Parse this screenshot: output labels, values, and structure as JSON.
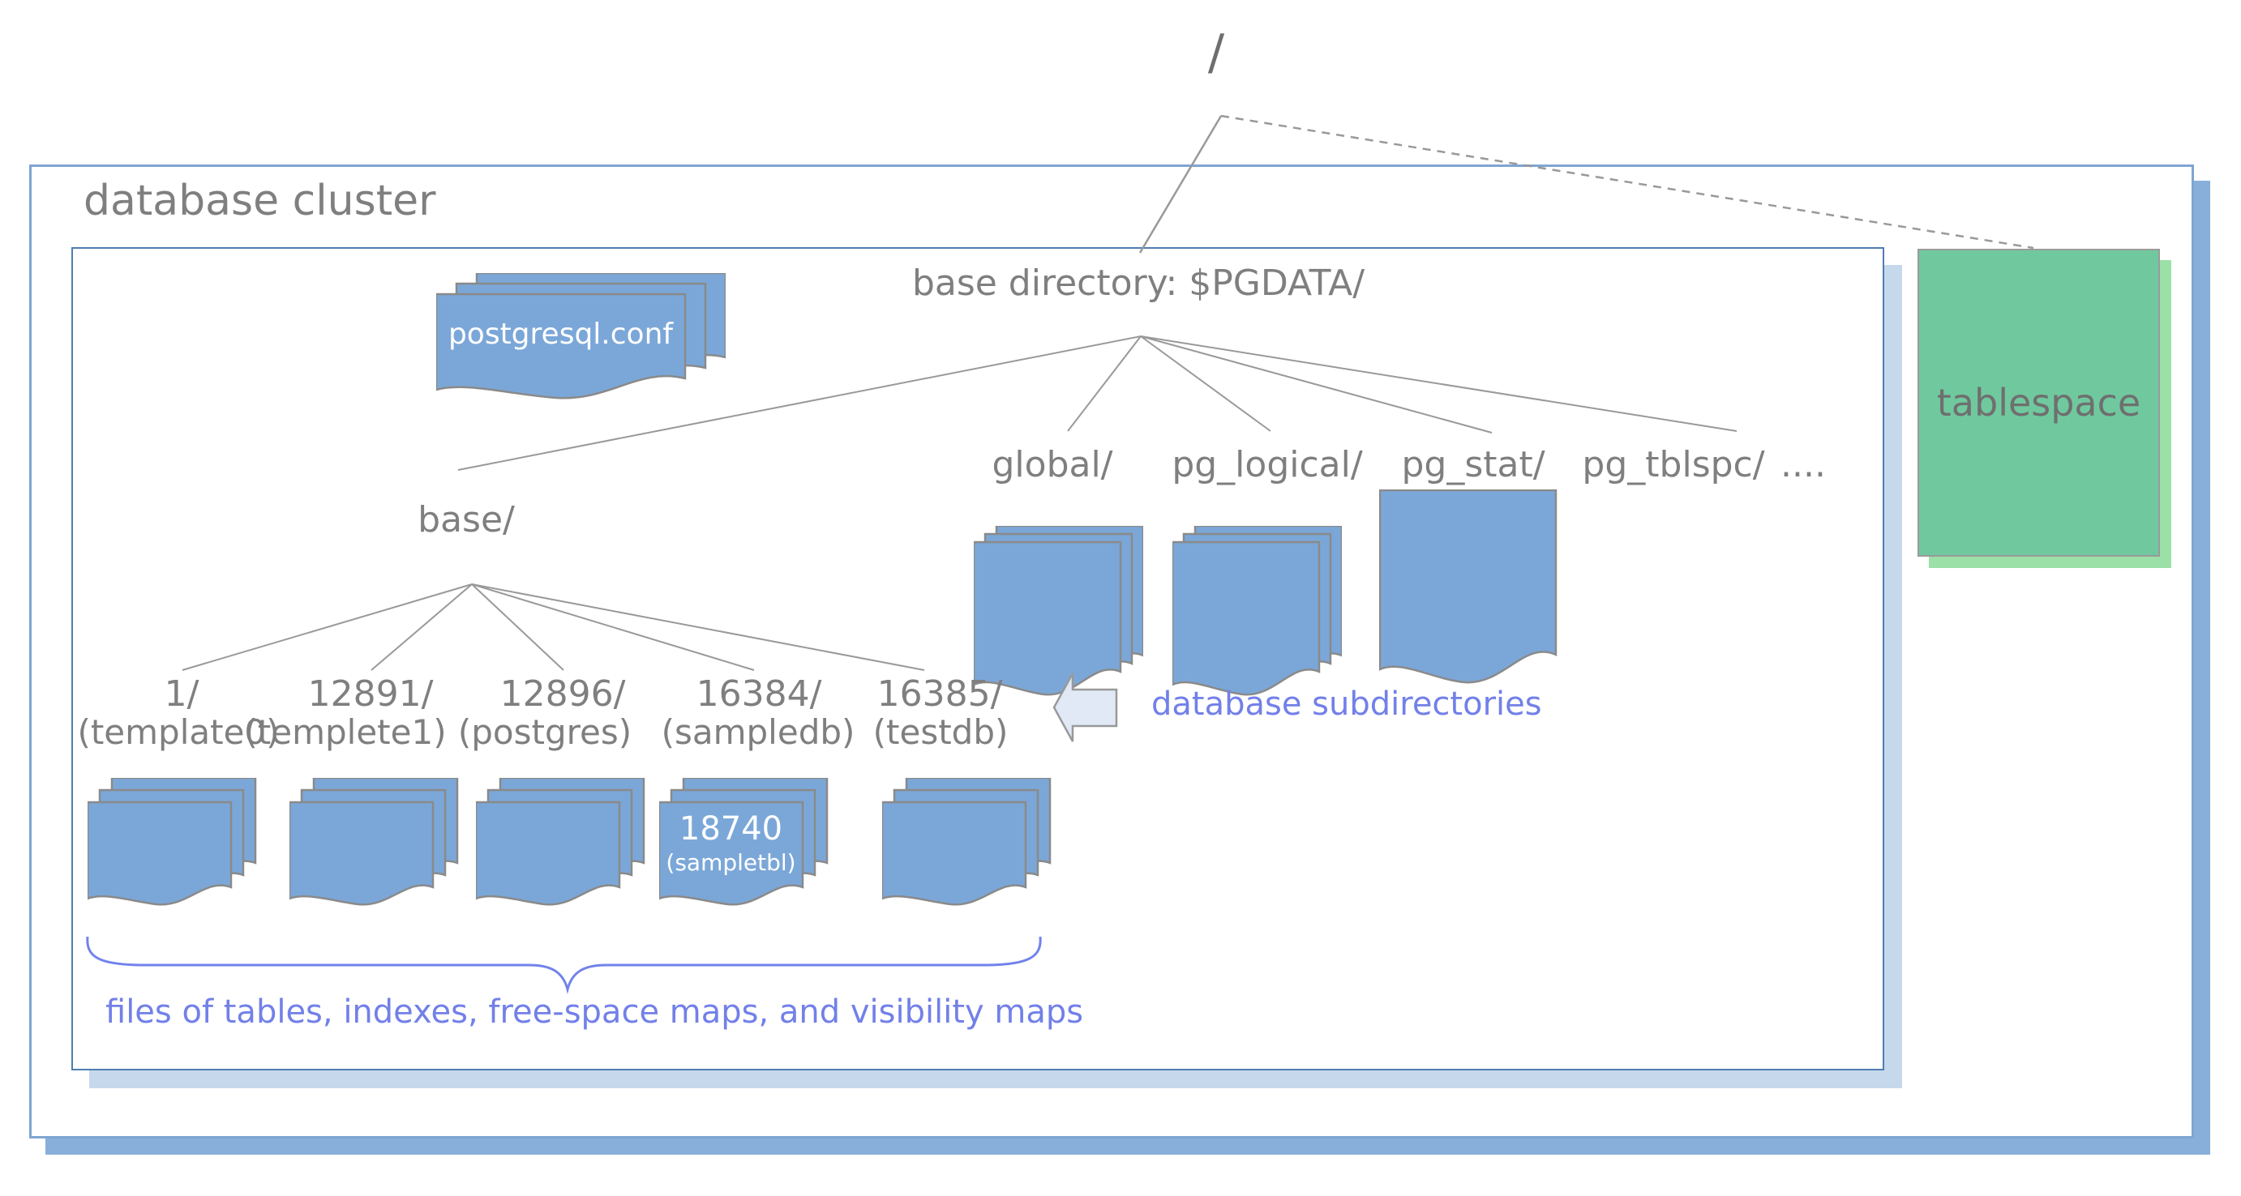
{
  "root": {
    "label": "/"
  },
  "cluster": {
    "title": "database cluster"
  },
  "base_directory": {
    "title": "base directory: $PGDATA/"
  },
  "config_stack": {
    "label": "postgresql.conf"
  },
  "tablespace": {
    "label": "tablespace"
  },
  "top_dirs": {
    "base": "base/",
    "global": "global/",
    "pg_logical": "pg_logical/",
    "pg_stat": "pg_stat/",
    "pg_tblspc": "pg_tblspc/",
    "ellipsis": "...."
  },
  "db_subdirs": [
    {
      "id": "1/",
      "name": "(template0)"
    },
    {
      "id": "12891/",
      "name": "(templete1)"
    },
    {
      "id": "12896/",
      "name": "(postgres)"
    },
    {
      "id": "16384/",
      "name": "(sampledb)"
    },
    {
      "id": "16385/",
      "name": "(testdb)"
    }
  ],
  "table_stack": {
    "id": "18740",
    "name": "(sampletbl)"
  },
  "annotations": {
    "subdirs_arrow_label": "database subdirectories",
    "files_brace_label": "files of tables, indexes, free-space maps, and visibility maps"
  },
  "colors": {
    "file_blue": "#7BA7D8",
    "file_border": "#8a8a8a",
    "line_gray": "#999999",
    "label_gray": "#7f7f7f",
    "outer_border_blue": "#7FA5D2",
    "outer_shadow_blue": "#87AFDA",
    "inner_border_blue": "#4F7DB2",
    "inner_shadow_blue": "#C6D8EC",
    "tablespace_green": "#70C99E",
    "tablespace_shadow_green": "#9BE0A6",
    "note_periwinkle": "#7280E8",
    "arrow_fill": "#E0E9F5"
  }
}
